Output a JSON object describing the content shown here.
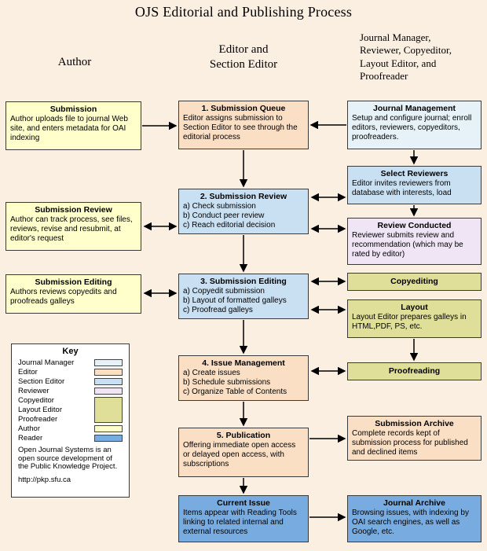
{
  "title": "OJS Editorial and Publishing Process",
  "column_headers": {
    "author": "Author",
    "editor_section_editor": "Editor and\nSection Editor",
    "manager_group": "Journal Manager,\nReviewer, Copyeditor,\nLayout Editor, and\nProofreader"
  },
  "colors": {
    "background": "#FBEFE1",
    "journal_manager": "#E6F2F8",
    "editor": "#FADFC5",
    "section_editor": "#C9E0F3",
    "reviewer": "#EFE5F5",
    "copyeditor_layout_proofreader": "#DFDF99",
    "author": "#FFFFCC",
    "reader": "#78ACE1",
    "key_background": "#FFFFFF"
  },
  "author_column": {
    "submission": {
      "title": "Submission",
      "body": "Author uploads file to journal Web site, and enters metadata for OAI indexing"
    },
    "submission_review": {
      "title": "Submission Review",
      "body": "Author can track process, see files, reviews, revise and resubmit, at editor's request"
    },
    "submission_editing": {
      "title": "Submission Editing",
      "body": "Authors reviews copyedits and proofreads galleys"
    }
  },
  "editor_column": {
    "submission_queue": {
      "title": "1. Submission Queue",
      "body": "Editor assigns submission to Section Editor to see through the editorial process"
    },
    "submission_review": {
      "title": "2. Submission Review",
      "body": "a) Check submission\nb) Conduct peer review\nc) Reach editorial decision"
    },
    "submission_editing": {
      "title": "3. Submission Editing",
      "body": "a) Copyedit submission\nb) Layout of formatted galleys\nc) Proofread galleys"
    },
    "issue_management": {
      "title": "4. Issue Management",
      "body": "a) Create issues\nb) Schedule submissions\nc) Organize Table of Contents"
    },
    "publication": {
      "title": "5. Publication",
      "body": "Offering immediate open access or delayed open access, with subscriptions"
    },
    "current_issue": {
      "title": "Current Issue",
      "body": "Items appear with Reading Tools linking to related internal and external resources"
    }
  },
  "manager_column": {
    "journal_management": {
      "title": "Journal Management",
      "body": "Setup and configure journal; enroll editors, reviewers, copyeditors, proofreaders."
    },
    "select_reviewers": {
      "title": "Select Reviewers",
      "body": "Editor invites reviewers from database with interests, load"
    },
    "review_conducted": {
      "title": "Review Conducted",
      "body": "Reviewer submits review and recommendation (which may be rated by editor)"
    },
    "copyediting": {
      "title": "Copyediting"
    },
    "layout": {
      "title": "Layout",
      "body": "Layout Editor prepares galleys in HTML,PDF, PS, etc."
    },
    "proofreading": {
      "title": "Proofreading"
    },
    "submission_archive": {
      "title": "Submission Archive",
      "body": "Complete records kept of submission process for published and declined items"
    },
    "journal_archive": {
      "title": "Journal Archive",
      "body": "Browsing issues, with indexing by OAI search engines, as well as Google, etc."
    }
  },
  "key": {
    "title": "Key",
    "labels": [
      "Journal Manager",
      "Editor",
      "Section Editor",
      "Reviewer",
      "Copyeditor",
      "Layout Editor",
      "Proofreader",
      "Author",
      "Reader"
    ],
    "note": "Open Journal Systems is an open source development of the Public Knowledge Project.",
    "url": "http://pkp.sfu.ca"
  }
}
